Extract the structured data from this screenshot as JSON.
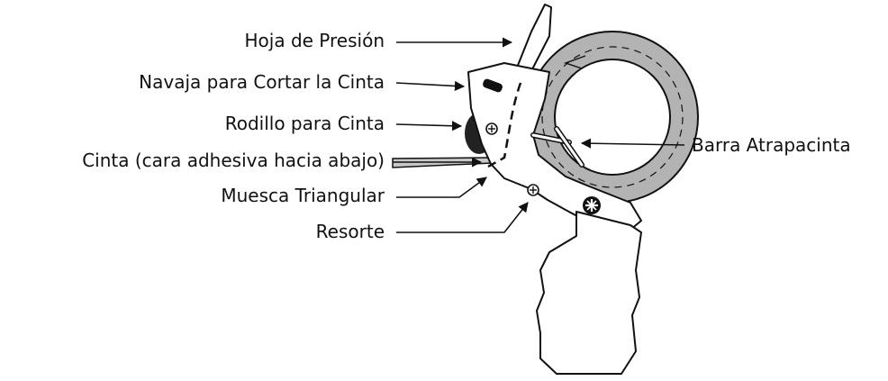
{
  "labels": {
    "pressure_blade": "Hoja de Presión",
    "cutting_blade": "Navaja para Cortar la Cinta",
    "tape_roller": "Rodillo para Cinta",
    "tape": "Cinta (cara adhesiva hacia abajo)",
    "triangular_notch": "Muesca Triangular",
    "spring": "Resorte",
    "tape_holder_bar": "Barra Atrapacinta"
  },
  "colors": {
    "tape_ring": "#b3b3b3",
    "tape_strip": "#c8c8c8",
    "outline": "#111111"
  }
}
